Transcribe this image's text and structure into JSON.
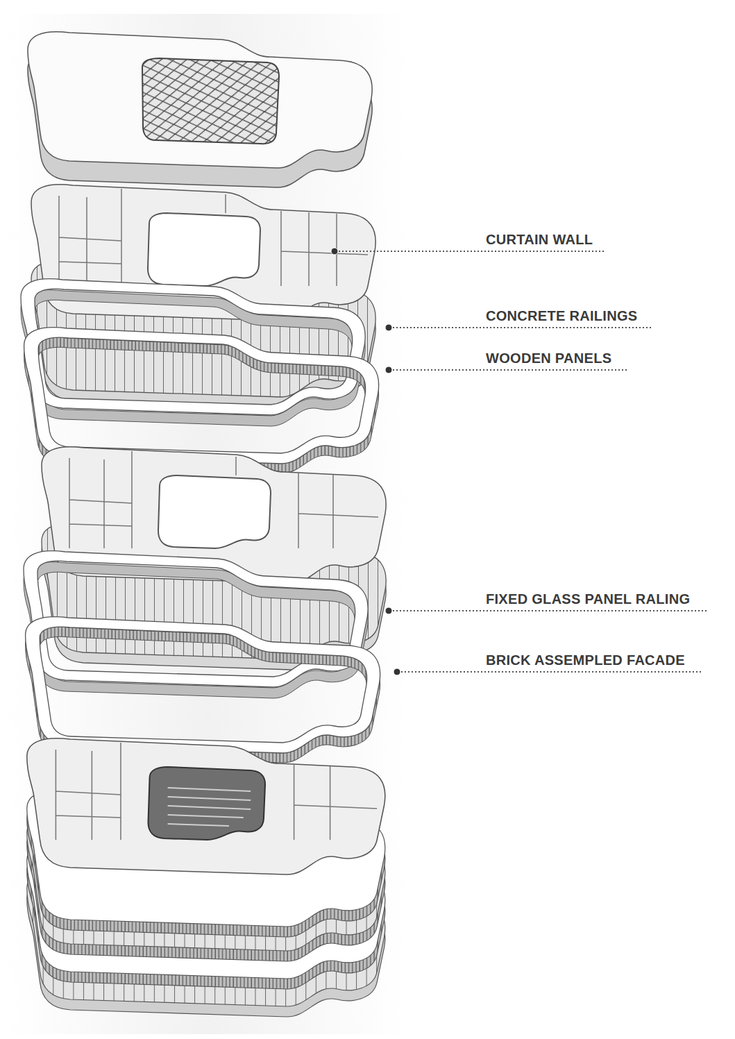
{
  "diagram": {
    "labels": [
      "CURTAIN WALL",
      "CONCRETE RAILINGS",
      "WOODEN PANELS",
      "FIXED GLASS PANEL RALING",
      "BRICK ASSEMPLED FACADE"
    ]
  }
}
